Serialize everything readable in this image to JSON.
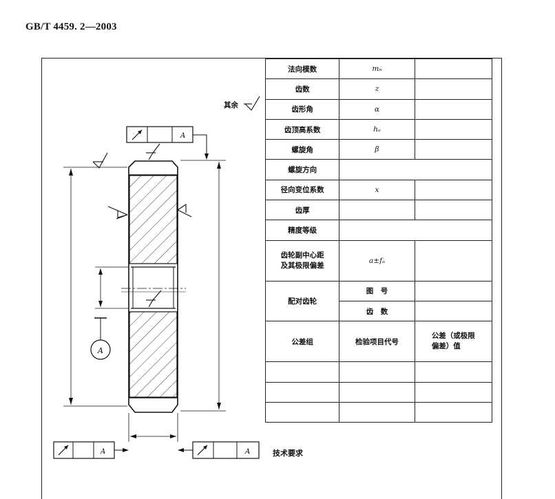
{
  "header": {
    "standard": "GB/T 4459. 2—2003"
  },
  "drawing": {
    "roughness_note": "其余",
    "datum_letter": "A",
    "tech_requirements": "技术要求"
  },
  "table": {
    "rows": [
      {
        "name": "法向模数",
        "symbol": "mₙ",
        "value": ""
      },
      {
        "name": "齿数",
        "symbol": "z",
        "value": ""
      },
      {
        "name": "齿形角",
        "symbol": "α",
        "value": ""
      },
      {
        "name": "齿顶高系数",
        "symbol": "hₐ",
        "value": ""
      },
      {
        "name": "螺旋角",
        "symbol": "β",
        "value": ""
      },
      {
        "name": "螺旋方向",
        "symbol": "",
        "value": ""
      },
      {
        "name": "径向变位系数",
        "symbol": "x",
        "value": ""
      },
      {
        "name": "齿厚",
        "symbol": "",
        "value": ""
      },
      {
        "name": "精度等级",
        "symbol": "",
        "value": ""
      },
      {
        "name_line1": "齿轮副中心距",
        "name_line2": "及其极限偏差",
        "symbol": "a±fₐ",
        "value": ""
      }
    ],
    "mating_gear": {
      "label": "配对齿轮",
      "drawing_no": "图　号",
      "teeth": "齿　数"
    },
    "tolerance_header": {
      "group": "公差组",
      "item_code": "检验项目代号",
      "tol_line1": "公差（或极限",
      "tol_line2": "偏差）值"
    }
  }
}
